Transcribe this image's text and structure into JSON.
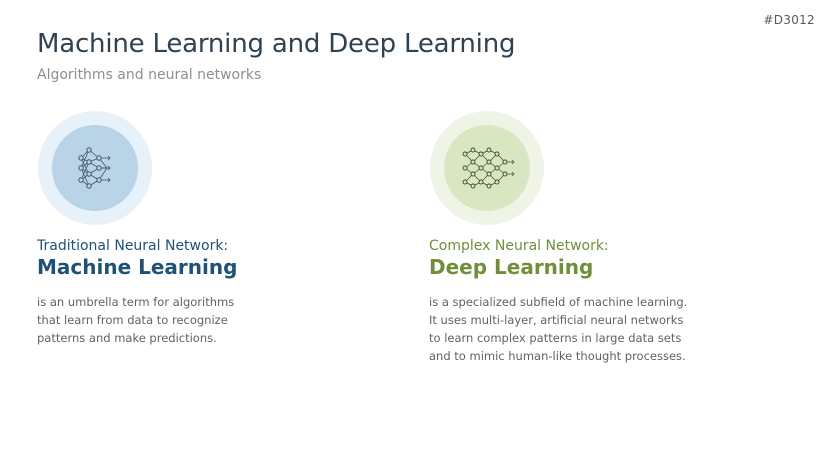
{
  "slide_id": "#D3012",
  "title": "Machine Learning and Deep Learning",
  "subtitle": "Algorithms and neural networks",
  "colors": {
    "title": "#2f4252",
    "ml_accent": "#1f5276",
    "dl_accent": "#6f8f3b",
    "ml_circle_outer": "#e6f1f9",
    "ml_circle_inner": "#b8d4e6",
    "dl_circle_outer": "#eff4e6",
    "dl_circle_inner": "#d9e6c2"
  },
  "left": {
    "icon": "neural-network-icon",
    "kicker": "Traditional Neural Network:",
    "heading": "Machine Learning",
    "description": "is an umbrella term for algorithms\nthat learn from data to recognize\npatterns and make predictions."
  },
  "right": {
    "icon": "deep-neural-network-icon",
    "kicker": "Complex Neural Network:",
    "heading": "Deep Learning",
    "description": "is a specialized subfield of machine learning.\nIt uses multi-layer, artificial neural networks\nto learn complex patterns in large data sets\nand to mimic human-like thought processes."
  }
}
